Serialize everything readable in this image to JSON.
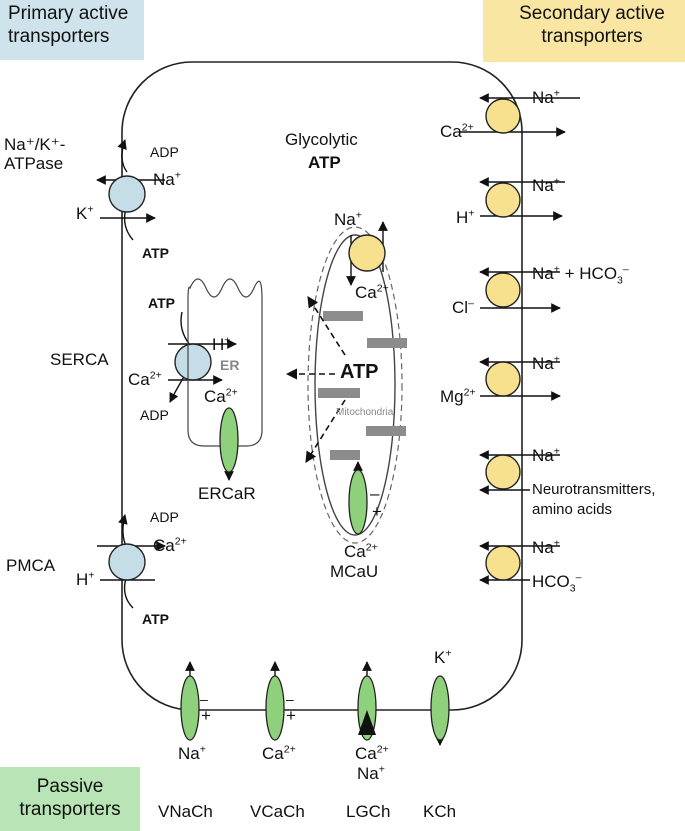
{
  "corner_labels": {
    "primary": "Primary active transporters",
    "secondary": "Secondary active transporters",
    "passive": "Passive transporters"
  },
  "left_labels": {
    "na_k_atpase": "Na⁺/K⁺-ATPase",
    "serca": "SERCA",
    "pmca": "PMCA"
  },
  "glycolytic": {
    "line1": "Glycolytic",
    "line2": "ATP"
  },
  "center_atp": "ATP",
  "organelles": {
    "er": "ER",
    "mitochondria": "Mitochondria"
  },
  "channels": {
    "ercar": "ERCaR",
    "mcau": "MCaU",
    "vnach": "VNaCh",
    "vcach": "VCaCh",
    "lgch": "LGCh",
    "kch": "KCh"
  },
  "ions": {
    "adp": "ADP",
    "atp": "ATP",
    "na": "Na",
    "k": "K",
    "h": "H",
    "ca": "Ca",
    "cl": "Cl",
    "mg": "Mg",
    "hco3": "HCO",
    "plus": "+",
    "minus": "–",
    "two_plus": "2+",
    "three": "3",
    "na_hco3_join": " + ",
    "neurotransmitters": "Neurotransmitters,",
    "amino_acids": "amino acids"
  },
  "colors": {
    "primary_fill": "#cfe3ec",
    "secondary_fill": "#f8e6a2",
    "passive_fill": "#b9e4b5",
    "pump_blue": "#c5dde6",
    "exchanger_yellow": "#f7e08e",
    "channel_green": "#8fd07c",
    "grey_bar": "#8c8c8c"
  }
}
